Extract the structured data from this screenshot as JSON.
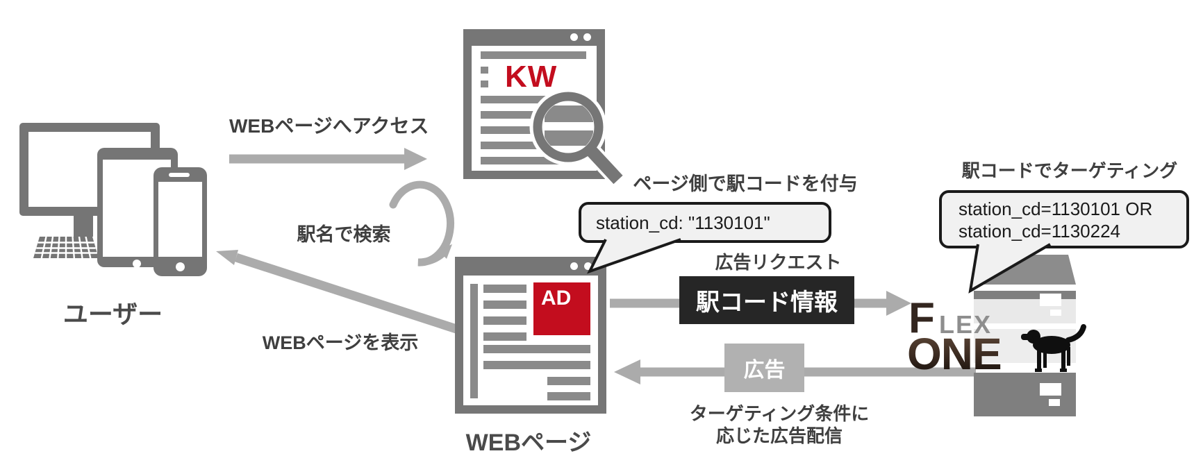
{
  "user_devices": {
    "label": "ユーザー"
  },
  "arrows": {
    "access_label": "WEBページへアクセス",
    "search_label": "駅名で検索",
    "display_label": "WEBページを表示",
    "request_label": "広告リクエスト",
    "request_box_label": "駅コード情報",
    "response_box_label": "広告",
    "response_caption_line1": "ターゲティング条件に",
    "response_caption_line2": "応じた広告配信"
  },
  "search_page": {
    "keyword_badge": "KW"
  },
  "web_page": {
    "ad_badge": "AD",
    "label": "WEBページ"
  },
  "code_note": {
    "caption": "ページ側で駅コードを付与",
    "bubble_text": "station_cd: \"1130101\""
  },
  "server": {
    "caption": "駅コードでターゲティング",
    "bubble_line1": "station_cd=1130101 OR",
    "bubble_line2": "station_cd=1130224",
    "logo_f": "F",
    "logo_lex": "LEX",
    "logo_one": "ONE"
  },
  "icons": {
    "magnifier": "search-lens",
    "dog": "flexone-dog-mascot"
  },
  "colors": {
    "accent_red": "#c30d1e",
    "device_gray": "#757575",
    "arrow_gray": "#ababab",
    "text_dark": "#3f3f3f",
    "request_box_bg": "#262626",
    "response_box_bg": "#b1b1b1",
    "bubble_bg": "#f1f1f1",
    "bubble_border": "#1a1a1a",
    "server_dark": "#7f7f7f",
    "server_light": "#e9e9e9"
  }
}
